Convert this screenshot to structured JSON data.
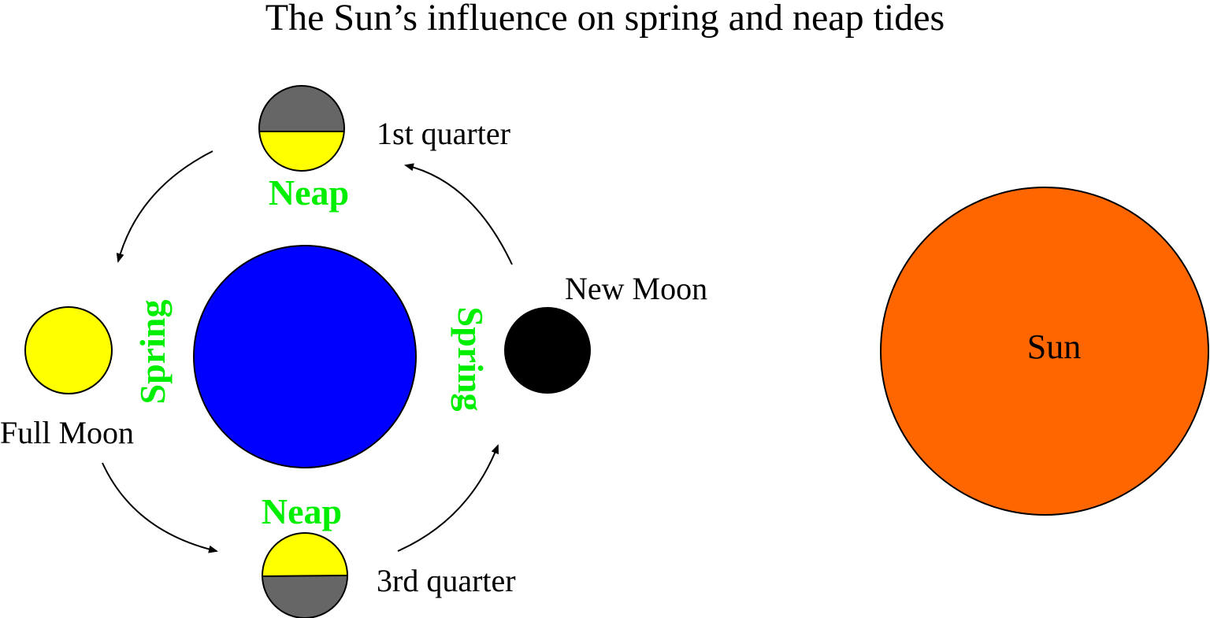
{
  "title": "The Sun’s influence on spring and neap tides",
  "labels": {
    "first_quarter": "1st quarter",
    "third_quarter": "3rd quarter",
    "new_moon": "New Moon",
    "full_moon": "Full Moon",
    "sun": "Sun",
    "neap_top": "Neap",
    "neap_bottom": "Neap",
    "spring_left": "Spring",
    "spring_right": "Spring"
  },
  "colors": {
    "earth": "#0000ff",
    "sun": "#ff6600",
    "moon_lit": "#ffff00",
    "moon_dark": "#666666",
    "new_moon": "#000000",
    "tide_label": "#00ee00",
    "outline": "#000000"
  }
}
